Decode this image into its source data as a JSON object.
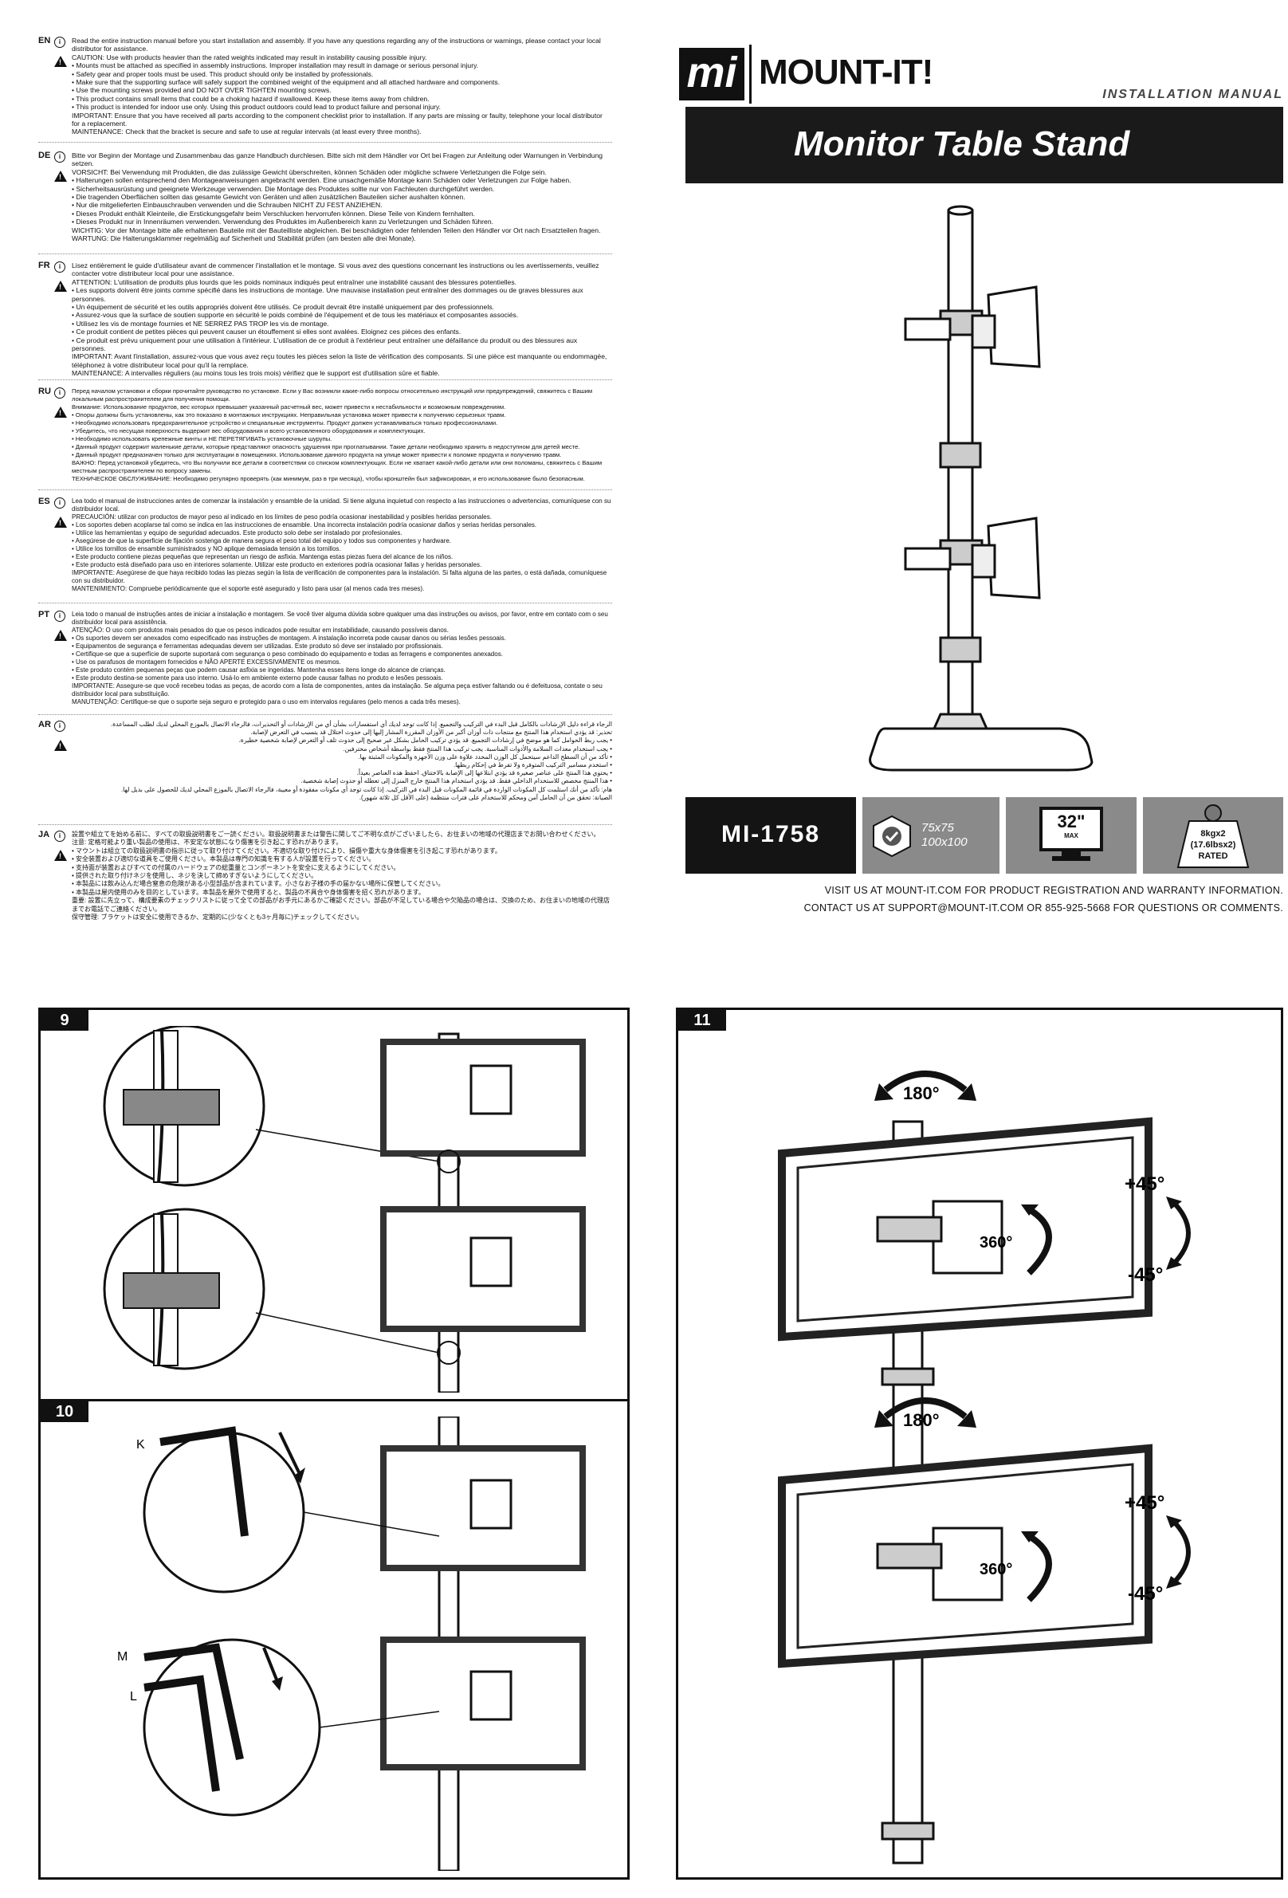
{
  "brand": {
    "logo_mark": "mi",
    "name": "MOUNT-IT!"
  },
  "header": {
    "manual_label": "INSTALLATION MANUAL",
    "product_title": "Monitor Table Stand"
  },
  "specs": {
    "model": "MI-1758",
    "vesa": "75x75\n100x100",
    "vesa_line1": "75x75",
    "vesa_line2": "100x100",
    "screen_size": "32\"",
    "screen_size_sub": "MAX",
    "weight_line1": "8kgx2",
    "weight_line2": "(17.6lbsx2)",
    "weight_line3": "RATED"
  },
  "contact": {
    "line1": "VISIT US AT MOUNT-IT.COM FOR PRODUCT REGISTRATION AND WARRANTY INFORMATION.",
    "line2": "CONTACT US AT SUPPORT@MOUNT-IT.COM OR 855-925-5668 FOR QUESTIONS OR COMMENTS."
  },
  "warnings": {
    "en": {
      "code": "EN",
      "text": [
        "Read the entire instruction manual before you start installation and assembly. If you have any questions regarding any of the instructions or warnings, please contact your local distributor for assistance.",
        "CAUTION: Use with products heavier than the rated weights indicated may result in instability causing possible injury.",
        "• Mounts must be attached as specified in assembly instructions. Improper installation may result in damage or serious personal injury.",
        "• Safety gear and proper tools must be used. This product should only be installed by professionals.",
        "• Make sure that the supporting surface will safely support the combined weight of the equipment and all attached hardware and components.",
        "• Use the mounting screws provided and DO NOT OVER TIGHTEN mounting screws.",
        "• This product contains small items that could be a choking hazard if swallowed. Keep these items away from children.",
        "• This product is intended for indoor use only. Using this product outdoors could lead to product failure and personal injury.",
        "IMPORTANT: Ensure that you have received all parts according to the component checklist prior to installation. If any parts are missing or faulty, telephone your local distributor for a replacement.",
        "MAINTENANCE: Check that the bracket is secure and safe to use at regular intervals (at least every three months)."
      ]
    },
    "de": {
      "code": "DE",
      "text": [
        "Bitte vor Beginn der Montage und Zusammenbau das ganze Handbuch durchlesen. Bitte sich mit dem Händler vor Ort bei Fragen zur Anleitung oder Warnungen in Verbindung setzen.",
        "VORSICHT: Bei Verwendung mit Produkten, die das zulässige Gewicht überschreiten, können Schäden oder mögliche schwere Verletzungen die Folge sein.",
        "• Halterungen sollen entsprechend den Montageanweisungen angebracht werden. Eine unsachgemäße Montage kann Schäden oder Verletzungen zur Folge haben.",
        "• Sicherheitsausrüstung und geeignete Werkzeuge verwenden. Die Montage des Produktes sollte nur von Fachleuten durchgeführt werden.",
        "• Die tragenden Oberflächen sollten das gesamte Gewicht von Geräten und allen zusätzlichen Bauteilen sicher aushalten können.",
        "• Nur die mitgelieferten Einbauschrauben verwenden und die Schrauben NICHT ZU FEST ANZIEHEN.",
        "• Dieses Produkt enthält Kleinteile, die Erstickungsgefahr beim Verschlucken hervorrufen können. Diese Teile von Kindern fernhalten.",
        "• Dieses Produkt nur in Innenräumen verwenden. Verwendung des Produktes im Außenbereich kann zu Verletzungen und Schäden führen.",
        "WICHTIG: Vor der Montage bitte alle erhaltenen Bauteile mit der Bauteilliste abgleichen. Bei beschädigten oder fehlenden Teilen den Händler vor Ort nach Ersatzteilen fragen.",
        "WARTUNG: Die Halterungsklammer regelmäßig auf Sicherheit und Stabilität prüfen (am besten alle drei Monate)."
      ]
    },
    "fr": {
      "code": "FR",
      "text": [
        "Lisez entièrement le guide d'utilisateur avant de commencer l'installation et le montage. Si vous avez des questions concernant les instructions ou les avertissements, veuillez contacter votre distributeur local pour une assistance.",
        "ATTENTION: L'utilisation de produits plus lourds que les poids nominaux indiqués peut entraîner une instabilité causant des blessures potentielles.",
        "• Les supports doivent être joints comme spécifié dans les instructions de montage. Une mauvaise installation peut entraîner des dommages ou de graves blessures aux personnes.",
        "• Un équipement de sécurité et les outils appropriés doivent être utilisés. Ce produit devrait être installé uniquement par des professionnels.",
        "• Assurez-vous que la surface de soutien supporte en sécurité le poids combiné de l'équipement et de tous les matériaux et composantes associés.",
        "• Utilisez les vis de montage fournies et NE SERREZ PAS TROP les vis de montage.",
        "• Ce produit contient de petites pièces qui peuvent causer un étouffement si elles sont avalées. Eloignez ces pièces des enfants.",
        "• Ce produit est prévu uniquement pour une utilisation à l'intérieur. L'utilisation de ce produit à l'extérieur peut entraîner une défaillance du produit ou des blessures aux personnes.",
        "IMPORTANT: Avant l'installation, assurez-vous que vous avez reçu toutes les pièces selon la liste de vérification des composants. Si une pièce est manquante ou endommagée, téléphonez à votre distributeur local pour qu'il la remplace.",
        "MAINTENANCE: A intervalles réguliers (au moins tous les trois mois) vérifiez que le support est d'utilisation sûre et fiable."
      ]
    },
    "ru": {
      "code": "RU",
      "text": [
        "Перед началом установки и сборки прочитайте руководство по установке. Если у Вас возникли какие-либо вопросы относительно инструкций или предупреждений, свяжитесь с Вашим локальным распространителем для получения помощи.",
        "Внимание: Использование продуктов, вес которых превышает указанный расчетный вес, может привести к нестабильности и возможным повреждениям.",
        "• Опоры должны быть установлены, как это показано в монтажных инструкциях. Неправильная установка может привести к получению серьезных травм.",
        "• Необходимо использовать предохранительное устройство и специальные инструменты. Продукт должен устанавливаться только профессионалами.",
        "• Убедитесь, что несущая поверхность выдержит вес оборудования и всего установленного оборудования и комплектующих.",
        "• Необходимо использовать крепежные винты и НЕ ПЕРЕТЯГИВАТЬ установочные шурупы.",
        "• Данный продукт содержит маленькие детали, которые представляют опасность удушения при проглатывании. Такие детали необходимо хранить в недоступном для детей месте.",
        "• Данный продукт предназначен только для эксплуатации в помещениях. Использование данного продукта на улице может привести к поломке продукта и получению травм.",
        "ВАЖНО: Перед установкой убедитесь, что Вы получили все детали в соответствии со списком комплектующих. Если не хватает какой-либо детали или они поломаны, свяжитесь с Вашим местным распространителем по вопросу замены.",
        "ТЕХНИЧЕСКОЕ ОБСЛУЖИВАНИЕ: Необходимо регулярно проверять (как минимум, раз в три месяца), чтобы кронштейн был зафиксирован, и его использование было безопасным."
      ]
    },
    "es": {
      "code": "ES",
      "text": [
        "Lea todo el manual de instrucciones antes de comenzar la instalación y ensamble de la unidad. Si tiene alguna inquietud con respecto a las instrucciones o advertencias, comuníquese con su distribuidor local.",
        "PRECAUCIÓN: utilizar con productos de mayor peso al indicado en los límites de peso podría ocasionar inestabilidad y posibles heridas personales.",
        "• Los soportes deben acoplarse tal como se indica en las instrucciones de ensamble. Una incorrecta instalación podría ocasionar daños y serias heridas personales.",
        "• Utilice las herramientas y equipo de seguridad adecuados. Este producto solo debe ser instalado por profesionales.",
        "• Asegúrese de que la superficie de fijación sostenga de manera segura el peso total del equipo y todos sus componentes y hardware.",
        "• Utilice los tornillos de ensamble suministrados y NO aplique demasiada tensión a los tornillos.",
        "• Este producto contiene piezas pequeñas que representan un riesgo de asfixia. Mantenga estas piezas fuera del alcance de los niños.",
        "• Este producto está diseñado para uso en interiores solamente. Utilizar este producto en exteriores podría ocasionar fallas y heridas personales.",
        "IMPORTANTE: Asegúrese de que haya recibido todas las piezas según la lista de verificación de componentes para la instalación. Si falta alguna de las partes, o está dañada, comuníquese con su distribuidor.",
        "MANTENIMIENTO: Compruebe periódicamente que el soporte esté asegurado y listo para usar (al menos cada tres meses)."
      ]
    },
    "pt": {
      "code": "PT",
      "text": [
        "Leia todo o manual de instruções antes de iniciar a instalação e montagem. Se você tiver alguma dúvida sobre qualquer uma das instruções ou avisos, por favor, entre em contato com o seu distribuidor local para assistência.",
        "ATENÇÃO: O uso com produtos mais pesados do que os pesos indicados pode resultar em instabilidade, causando possíveis danos.",
        "• Os suportes devem ser anexados como especificado nas instruções de montagem. A instalação incorreta pode causar danos ou sérias lesões pessoais.",
        "• Equipamentos de segurança e ferramentas adequadas devem ser utilizadas. Este produto só deve ser instalado por profissionais.",
        "• Certifique-se que a superfície de suporte suportará com segurança o peso combinado do equipamento e todas as ferragens e componentes anexados.",
        "• Use os parafusos de montagem fornecidos e NÃO APERTE EXCESSIVAMENTE os mesmos.",
        "• Este produto contém pequenas peças que podem causar asfixia se ingeridas. Mantenha esses itens longe do alcance de crianças.",
        "• Este produto destina-se somente para uso interno. Usá-lo em ambiente externo pode causar falhas no produto e lesões pessoais.",
        "IMPORTANTE: Assegure-se que você recebeu todas as peças, de acordo com a lista de componentes, antes da instalação. Se alguma peça estiver faltando ou é defeituosa, contate o seu distribuidor local para substituição.",
        "MANUTENÇÃO: Certifique-se que o suporte seja seguro e protegido para o uso em intervalos regulares (pelo menos a cada três meses)."
      ]
    },
    "ar": {
      "code": "AR",
      "text": [
        "الرجاء قراءة دليل الإرشادات بالكامل قبل البدء في التركيب والتجميع. إذا كانت توجد لديك أي استفسارات بشأن أي من الإرشادات أو التحذيرات، فالرجاء الاتصال بالموزع المحلي لديك لطلب المساعدة.",
        "تحذير: قد يؤدي استخدام هذا المنتج مع منتجات ذات أوزان أكبر من الأوزان المقررة المشار إليها إلى حدوث اختلال قد يتسبب في التعرض لإصابة.",
        "• يجب ربط الحوامل كما هو موضح في إرشادات التجميع. قد يؤدي تركيب الحامل بشكل غير صحيح إلى حدوث تلف أو التعرض لإصابة شخصية خطيرة.",
        "• يجب استخدام معدات السلامة والأدوات المناسبة. يجب تركيب هذا المنتج فقط بواسطة أشخاص محترفين.",
        "• تأكد من أن السطح الداعم سيتحمل كل الوزن المحدد علاوة على وزن الأجهزة والمكونات المثبتة بها.",
        "• استخدم مسامير التركيب المتوفرة ولا تفرط في إحكام ربطها.",
        "• يحتوي هذا المنتج على عناصر صغيرة قد يؤدي ابتلاعها إلى الإصابة بالاختناق. احفظ هذه العناصر بعيداً.",
        "• هذا المنتج مخصص للاستخدام الداخلي فقط. قد يؤدي استخدام هذا المنتج خارج المنزل إلى تعطله أو حدوث إصابة شخصية.",
        "هام: تأكد من أنك استلمت كل المكونات الواردة في قائمة المكونات قبل البدء في التركيب. إذا كانت توجد أي مكونات مفقودة أو معيبة، فالرجاء الاتصال بالموزع المحلي لديك للحصول على بديل لها.",
        "الصيانة: تحقق من أن الحامل آمن ومحكم للاستخدام على فترات منتظمة (على الأقل كل ثلاثة شهور)."
      ]
    },
    "ja": {
      "code": "JA",
      "text": [
        "設置や組立てを始める前に、すべての取扱説明書をご一読ください。取扱説明書または警告に関してご不明な点がございましたら、お住まいの地域の代理店までお問い合わせください。",
        "注意: 定格可能より重い製品の使用は、不安定な状態になり傷害を引き起こす恐れがあります。",
        "• マウントは組立ての取扱説明書の指示に従って取り付けてください。不適切な取り付けにより、損傷や重大な身体傷害を引き起こす恐れがあります。",
        "• 安全装置および適切な道具をご使用ください。本製品は専門の知識を有する人が設置を行ってください。",
        "• 支持面が装置およびすべての付属のハードウェアの総重量とコンポーネントを安全に支えるようにしてください。",
        "• 提供された取り付けネジを使用し、ネジを決して締めすぎないようにしてください。",
        "• 本製品には飲み込んだ場合窒息の危険がある小型部品が含まれています。小さなお子様の手の届かない場所に保管してください。",
        "• 本製品は屋内使用のみを目的としています。本製品を屋外で使用すると、製品の不具合や身体傷害を招く恐れがあります。",
        "重要: 設置に先立って、構成要素のチェックリストに従って全ての部品がお手元にあるかご確認ください。部品が不足している場合や欠陥品の場合は、交換のため、お住まいの地域の代理店までお電話でご連絡ください。",
        "保守管理: ブラケットは安全に使用できるか、定期的に(少なくとも3ヶ月毎に)チェックしてください。"
      ]
    }
  },
  "steps": {
    "s9": {
      "number": "9"
    },
    "s10": {
      "number": "10",
      "label_k": "K",
      "label_m": "M",
      "label_l": "L"
    },
    "s11": {
      "number": "11",
      "rot180_top": "180°",
      "rot180_bottom": "180°",
      "rot360_top": "360°",
      "rot360_bottom": "360°",
      "tilt_up_top": "+45°",
      "tilt_down_top": "-45°",
      "tilt_up_bottom": "+45°",
      "tilt_down_bottom": "-45°"
    }
  }
}
